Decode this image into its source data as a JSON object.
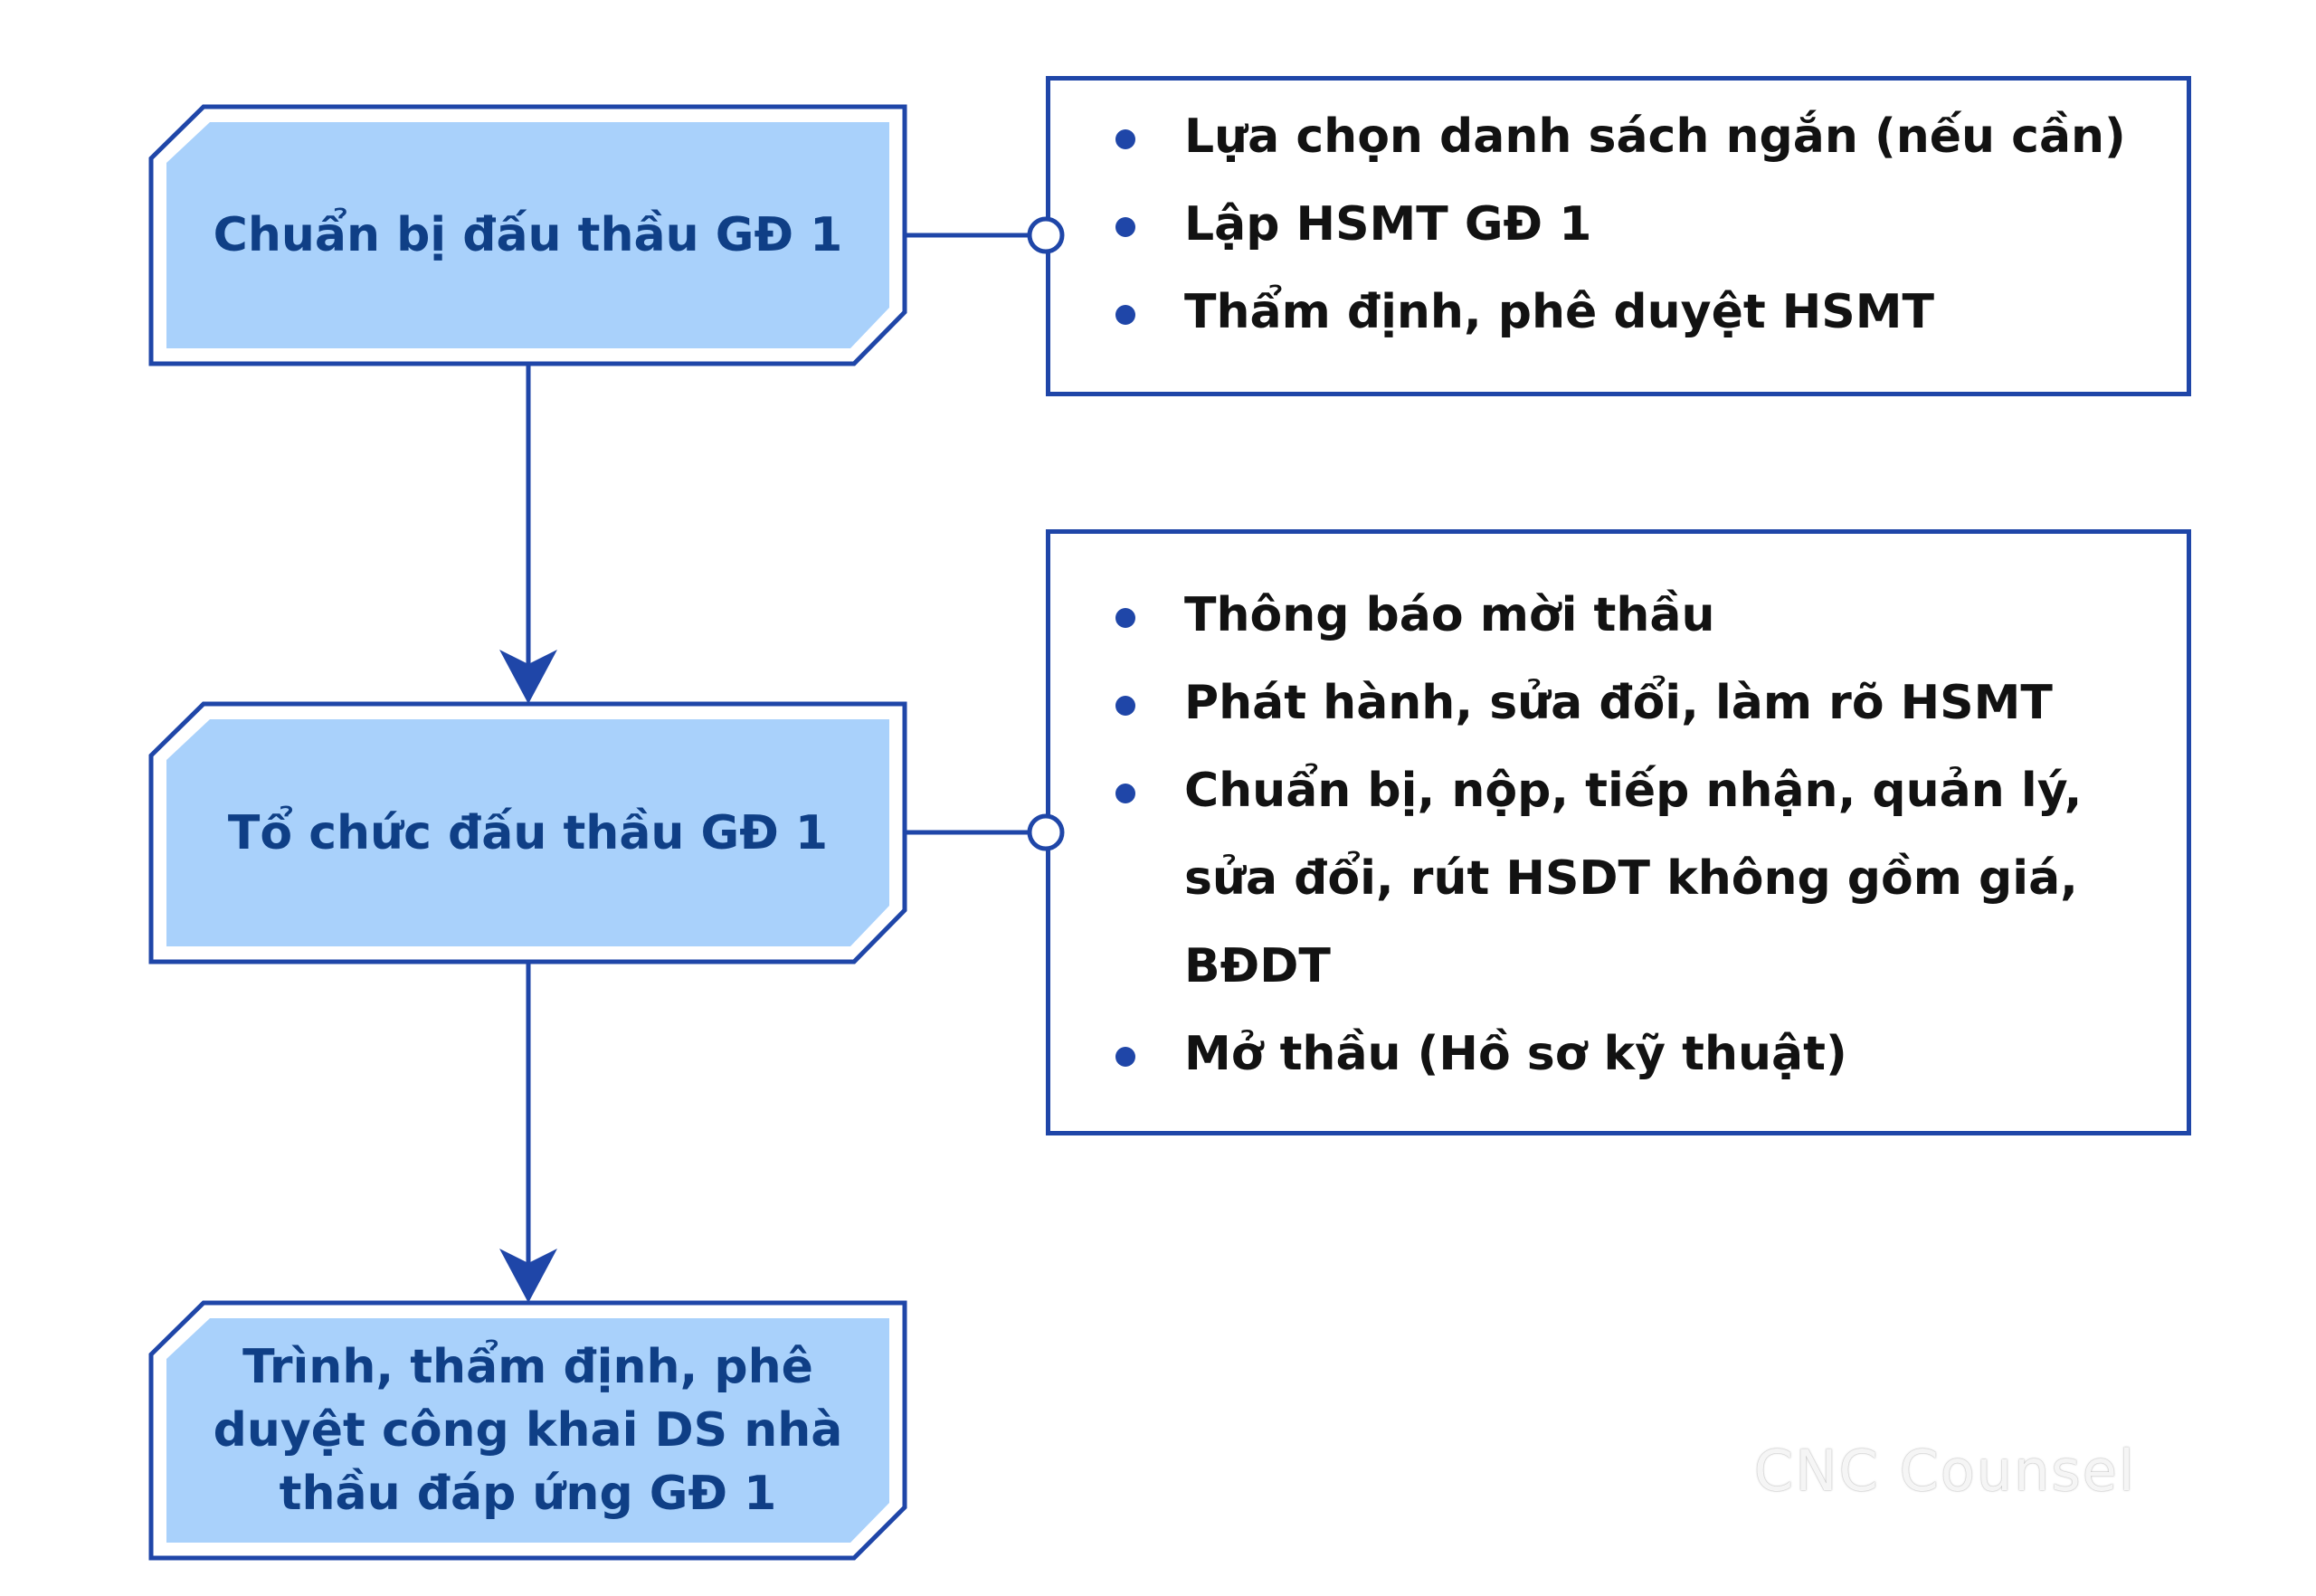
{
  "flow": {
    "steps": [
      {
        "label": "Chuẩn bị đấu thầu GĐ 1"
      },
      {
        "label": "Tổ chức đấu thầu GĐ 1"
      },
      {
        "label": "Trình, thẩm định, phê duyệt công khai DS nhà thầu đáp ứng GĐ 1"
      }
    ]
  },
  "details": [
    {
      "items": [
        "Lựa chọn danh sách ngắn (nếu cần)",
        "Lập HSMT GĐ 1",
        "Thẩm định, phê duyệt HSMT"
      ]
    },
    {
      "items": [
        "Thông báo mời thầu",
        "Phát hành, sửa đổi, làm rõ HSMT",
        "Chuẩn bị, nộp, tiếp nhận, quản lý,\nsửa đổi, rút HSDT không gồm giá,\nBĐDT",
        "Mở thầu (Hồ sơ kỹ thuật)"
      ]
    }
  ],
  "watermark": {
    "text": "CNC Counsel"
  },
  "colors": {
    "stroke": "#1f46a8",
    "box_fill": "#a9d1fb",
    "step_text": "#0f3f86",
    "detail_text": "#121212"
  }
}
